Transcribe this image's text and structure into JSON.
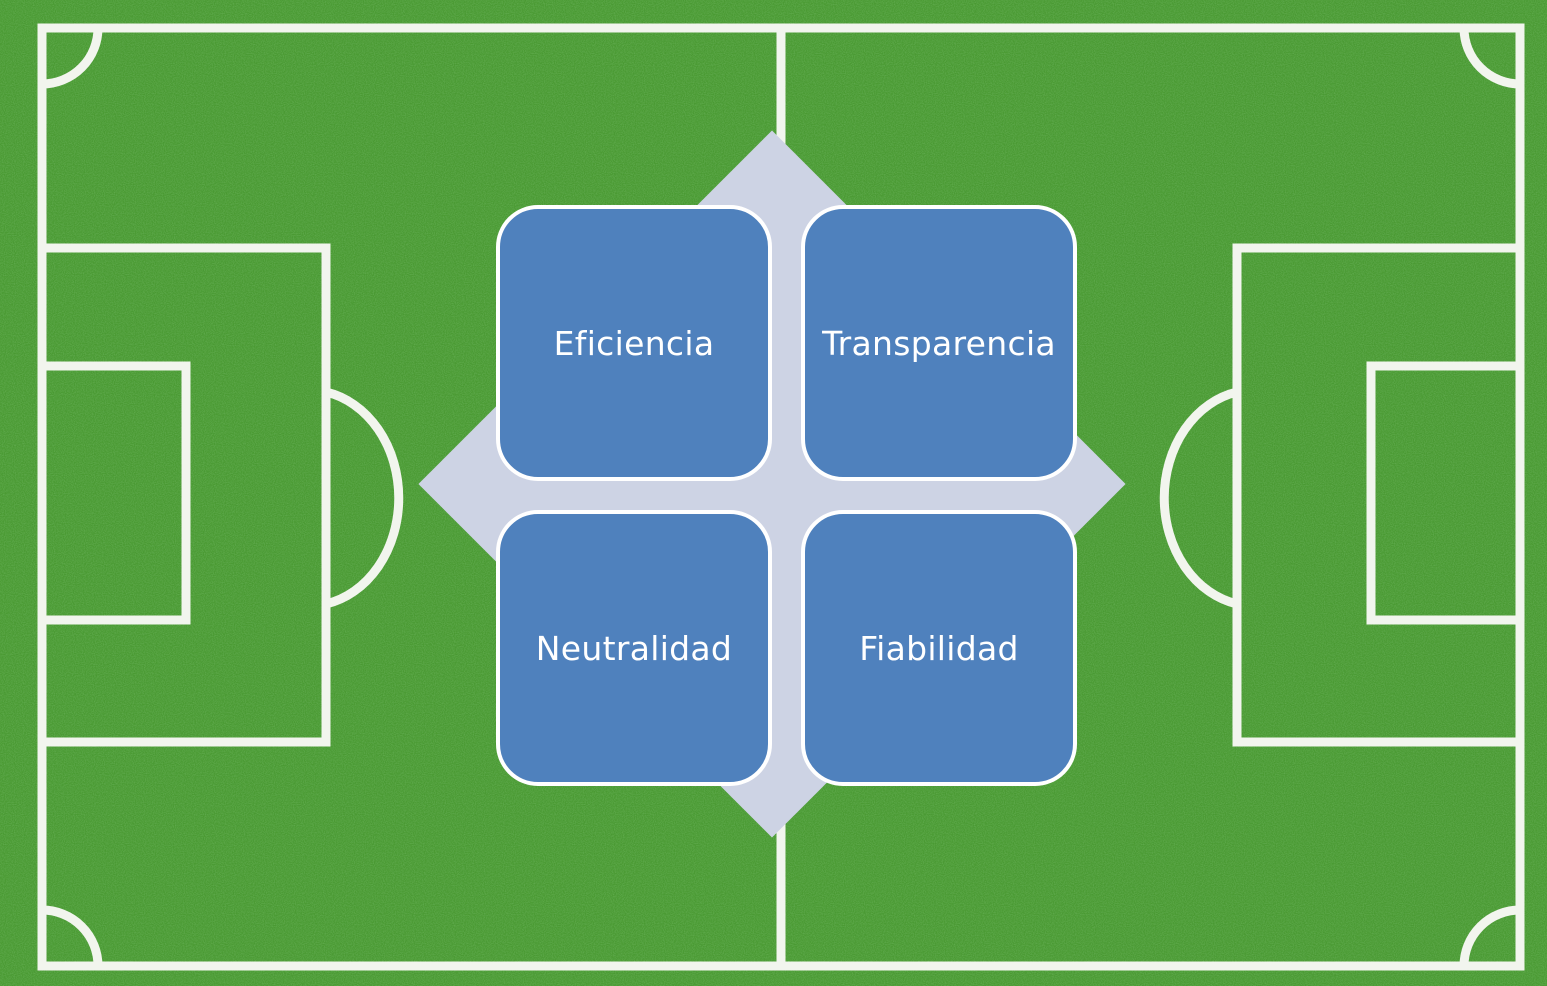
{
  "pitch": {
    "grass_colors": [
      "#3f8f2e",
      "#55a83a",
      "#2f6f22",
      "#6fbf4a"
    ],
    "line_color": "#f2f5ee"
  },
  "diagram": {
    "connector_color": "#cdd3e4",
    "tile_color": "#4f81bd",
    "tiles": [
      {
        "label": "Eficiencia"
      },
      {
        "label": "Transparencia"
      },
      {
        "label": "Neutralidad"
      },
      {
        "label": "Fiabilidad"
      }
    ]
  }
}
